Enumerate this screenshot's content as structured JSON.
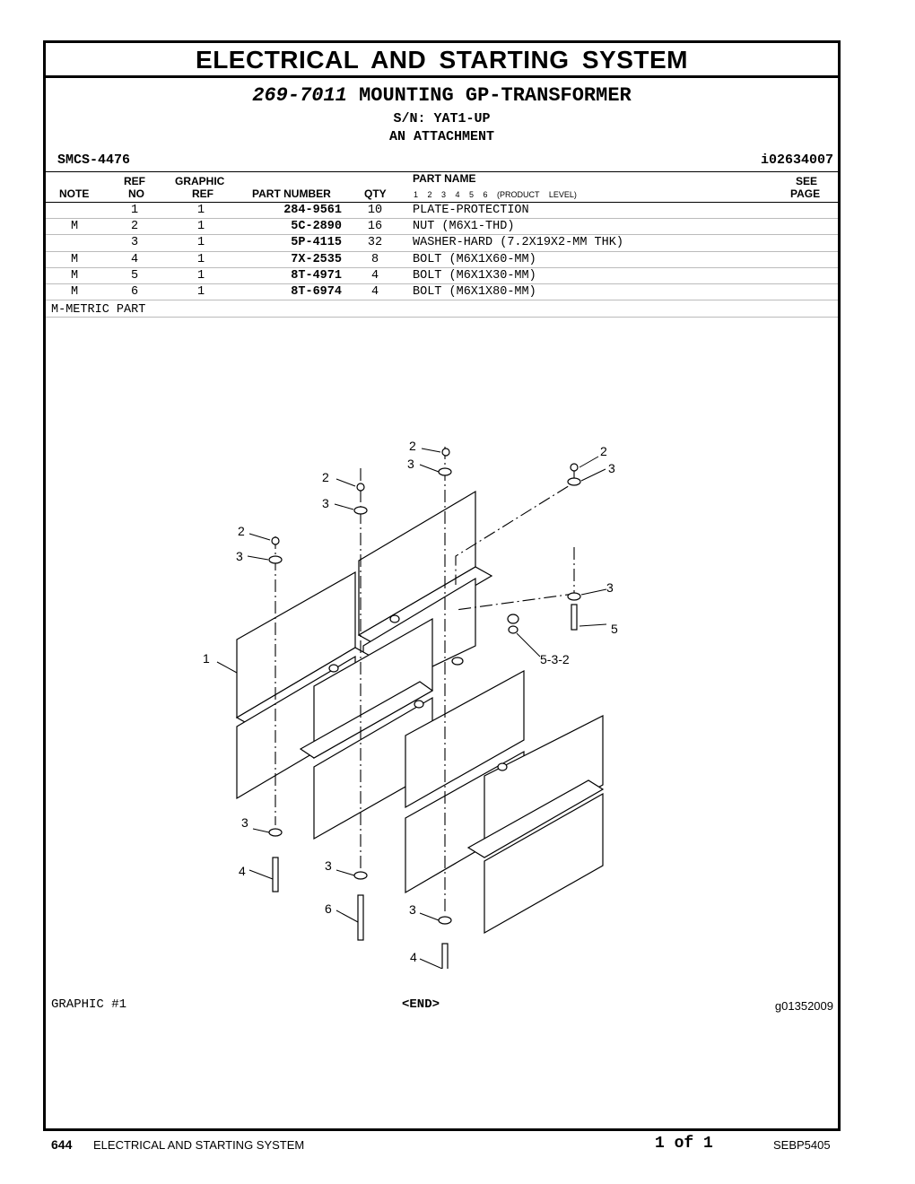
{
  "header": {
    "title": "ELECTRICAL AND STARTING SYSTEM",
    "part_number": "269-7011",
    "part_title": "MOUNTING GP-TRANSFORMER",
    "serial": "S/N: YAT1-UP",
    "attachment": "AN ATTACHMENT",
    "smcs": "SMCS-4476",
    "illustration_id": "i02634007"
  },
  "table": {
    "headers": {
      "note": "NOTE",
      "ref_top": "REF",
      "ref_bottom": "NO",
      "graphic_top": "GRAPHIC",
      "graphic_bottom": "REF",
      "part_number": "PART NUMBER",
      "qty": "QTY",
      "part_name": "PART NAME",
      "levels": "1 2 3 4 5 6 (PRODUCT LEVEL)",
      "see_top": "SEE",
      "see_bottom": "PAGE"
    },
    "rows": [
      {
        "note": "",
        "ref": "1",
        "graphic": "1",
        "part": "284-9561",
        "qty": "10",
        "name": "PLATE-PROTECTION"
      },
      {
        "note": "M",
        "ref": "2",
        "graphic": "1",
        "part": "5C-2890",
        "qty": "16",
        "name": "NUT (M6X1-THD)"
      },
      {
        "note": "",
        "ref": "3",
        "graphic": "1",
        "part": "5P-4115",
        "qty": "32",
        "name": "WASHER-HARD (7.2X19X2-MM THK)"
      },
      {
        "note": "M",
        "ref": "4",
        "graphic": "1",
        "part": "7X-2535",
        "qty": "8",
        "name": "BOLT (M6X1X60-MM)"
      },
      {
        "note": "M",
        "ref": "5",
        "graphic": "1",
        "part": "8T-4971",
        "qty": "4",
        "name": "BOLT (M6X1X30-MM)"
      },
      {
        "note": "M",
        "ref": "6",
        "graphic": "1",
        "part": "8T-6974",
        "qty": "4",
        "name": "BOLT (M6X1X80-MM)"
      }
    ],
    "footnote": "M-METRIC PART"
  },
  "graphic": {
    "label": "GRAPHIC #1",
    "end": "<END>",
    "code": "g01352009",
    "callouts": [
      "2",
      "3",
      "2",
      "3",
      "2",
      "3",
      "2",
      "3",
      "1",
      "3",
      "5",
      "5-3-2",
      "3",
      "4",
      "3",
      "6",
      "3",
      "4"
    ]
  },
  "footer": {
    "page": "644",
    "title": "ELECTRICAL AND STARTING SYSTEM",
    "pages": "1 of 1",
    "doc": "SEBP5405"
  }
}
